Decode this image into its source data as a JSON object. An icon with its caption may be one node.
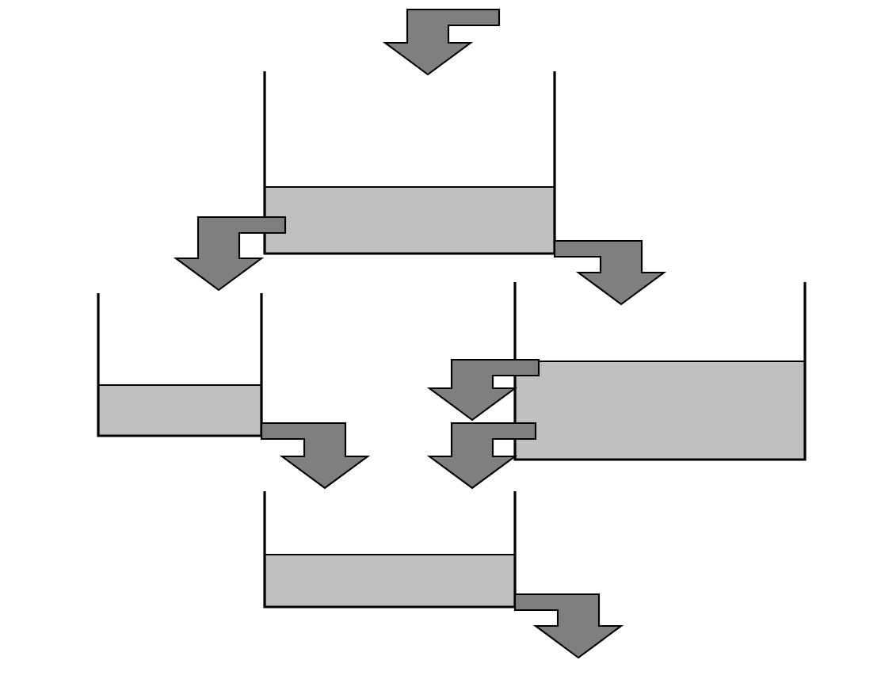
{
  "diagram": {
    "nodes": [
      {
        "text": [],
        "shape": "tank"
      },
      {
        "text": [],
        "shape": "tank"
      },
      {
        "text": [],
        "shape": "tank"
      },
      {
        "text": [],
        "shape": "tank"
      }
    ],
    "edges": [
      {
        "from": null,
        "to": 0,
        "arrow": "to"
      },
      {
        "from": 0,
        "to": 1,
        "arrow": "to"
      },
      {
        "from": 0,
        "to": 2,
        "arrow": "to"
      },
      {
        "from": 1,
        "to": 3,
        "arrow": "to"
      },
      {
        "from": 2,
        "to": 3,
        "arrow": "to"
      },
      {
        "from": 2,
        "to": 3,
        "arrow": "to"
      },
      {
        "from": 3,
        "to": null,
        "arrow": "to"
      }
    ]
  }
}
